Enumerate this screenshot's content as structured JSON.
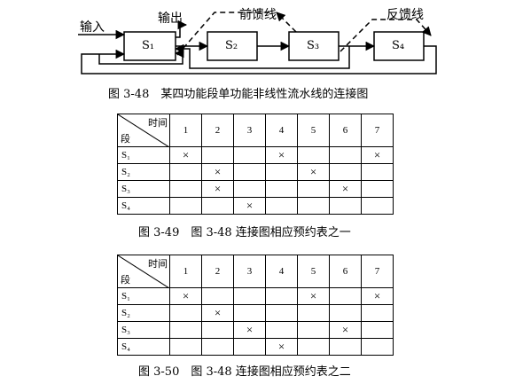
{
  "diagram": {
    "input_label": "输入",
    "output_label": "输出",
    "feedforward_label": "前馈线",
    "feedback_label": "反馈线",
    "stages": [
      "S₁",
      "S₂",
      "S₃",
      "S₄"
    ]
  },
  "caption_48": "图 3-48　某四功能段单功能非线性流水线的连接图",
  "table1": {
    "header_time": "时间",
    "header_segment": "段",
    "columns": [
      "1",
      "2",
      "3",
      "4",
      "5",
      "6",
      "7"
    ],
    "rows": [
      {
        "label": "S₁",
        "marks": [
          1,
          4,
          7
        ]
      },
      {
        "label": "S₂",
        "marks": [
          2,
          5
        ]
      },
      {
        "label": "S₃",
        "marks": [
          2,
          6
        ]
      },
      {
        "label": "S₄",
        "marks": [
          3
        ]
      }
    ],
    "mark_symbol": "×"
  },
  "caption_49": "图 3-49　图 3-48 连接图相应预约表之一",
  "table2": {
    "header_time": "时间",
    "header_segment": "段",
    "columns": [
      "1",
      "2",
      "3",
      "4",
      "5",
      "6",
      "7"
    ],
    "rows": [
      {
        "label": "S₁",
        "marks": [
          1,
          5,
          7
        ]
      },
      {
        "label": "S₂",
        "marks": [
          2
        ]
      },
      {
        "label": "S₃",
        "marks": [
          3,
          6
        ]
      },
      {
        "label": "S₄",
        "marks": [
          4
        ]
      }
    ],
    "mark_symbol": "×"
  },
  "caption_50": "图 3-50　图 3-48 连接图相应预约表之二"
}
